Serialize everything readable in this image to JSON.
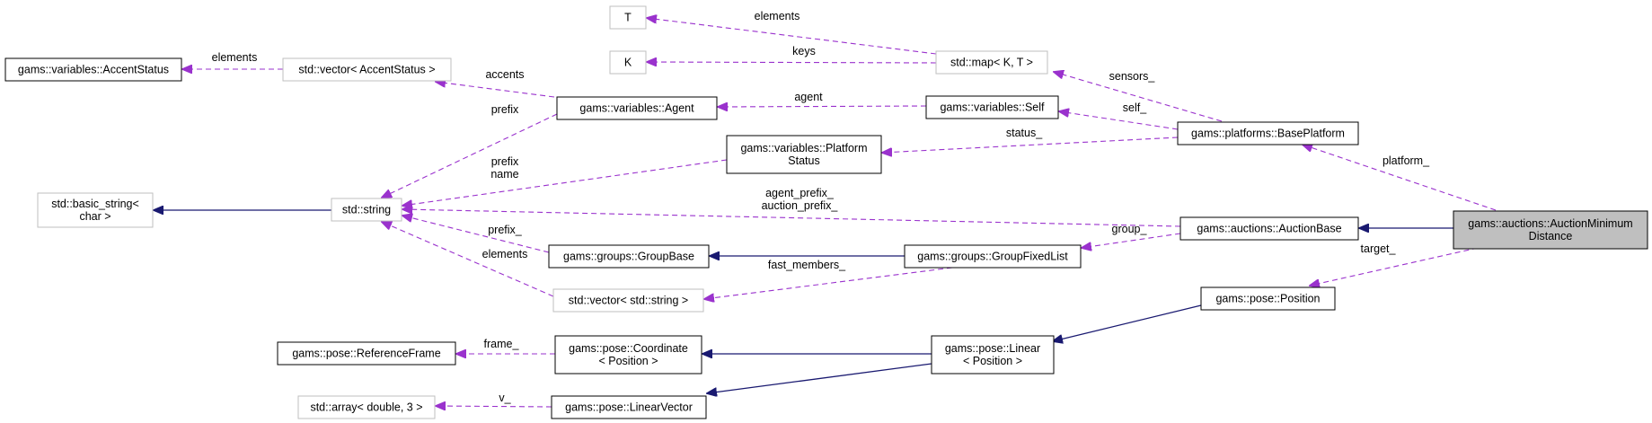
{
  "nodes": {
    "auction_min_distance": [
      "gams::auctions::AuctionMinimum",
      "Distance"
    ],
    "auction_base": [
      "gams::auctions::AuctionBase"
    ],
    "base_platform": [
      "gams::platforms::BasePlatform"
    ],
    "position": [
      "gams::pose::Position"
    ],
    "linear_position": [
      "gams::pose::Linear",
      "< Position >"
    ],
    "coordinate_position": [
      "gams::pose::Coordinate",
      "< Position >"
    ],
    "linear_vector": [
      "gams::pose::LinearVector"
    ],
    "reference_frame": [
      "gams::pose::ReferenceFrame"
    ],
    "array_double_3": [
      "std::array< double, 3 >"
    ],
    "group_fixed_list": [
      "gams::groups::GroupFixedList"
    ],
    "group_base": [
      "gams::groups::GroupBase"
    ],
    "vector_string": [
      "std::vector< std::string >"
    ],
    "std_string": [
      "std::string"
    ],
    "basic_string": [
      "std::basic_string<",
      "char >"
    ],
    "platform_status": [
      "gams::variables::Platform",
      "Status"
    ],
    "variables_self": [
      "gams::variables::Self"
    ],
    "variables_agent": [
      "gams::variables::Agent"
    ],
    "vector_accent_status": [
      "std::vector< AccentStatus >"
    ],
    "accent_status": [
      "gams::variables::AccentStatus"
    ],
    "map_k_t": [
      "std::map< K, T >"
    ],
    "t_param": [
      "T"
    ],
    "k_param": [
      "K"
    ]
  },
  "edge_labels": {
    "platform": "platform_",
    "target": "target_",
    "group": "group_",
    "sensors": "sensors_",
    "self": "self_",
    "status": "status_",
    "agent_prefix": [
      "agent_prefix_",
      "auction_prefix_"
    ],
    "prefix_name": [
      "prefix",
      "name"
    ],
    "agent_prefix_short": "prefix",
    "accents": "accents",
    "agent": "agent",
    "keys": "keys",
    "elements_t": "elements",
    "elements_accent": "elements",
    "prefix_group": "prefix_",
    "elements_vector": "elements",
    "fast_members": "fast_members_",
    "frame": "frame_",
    "v": "v_"
  },
  "colors": {
    "inheritance_edge": "#191970",
    "usage_edge": "#9a32cd",
    "documented_node_border": "#000000",
    "external_node_border": "#bfbfbf",
    "focus_node_fill": "#bfbfbf"
  }
}
